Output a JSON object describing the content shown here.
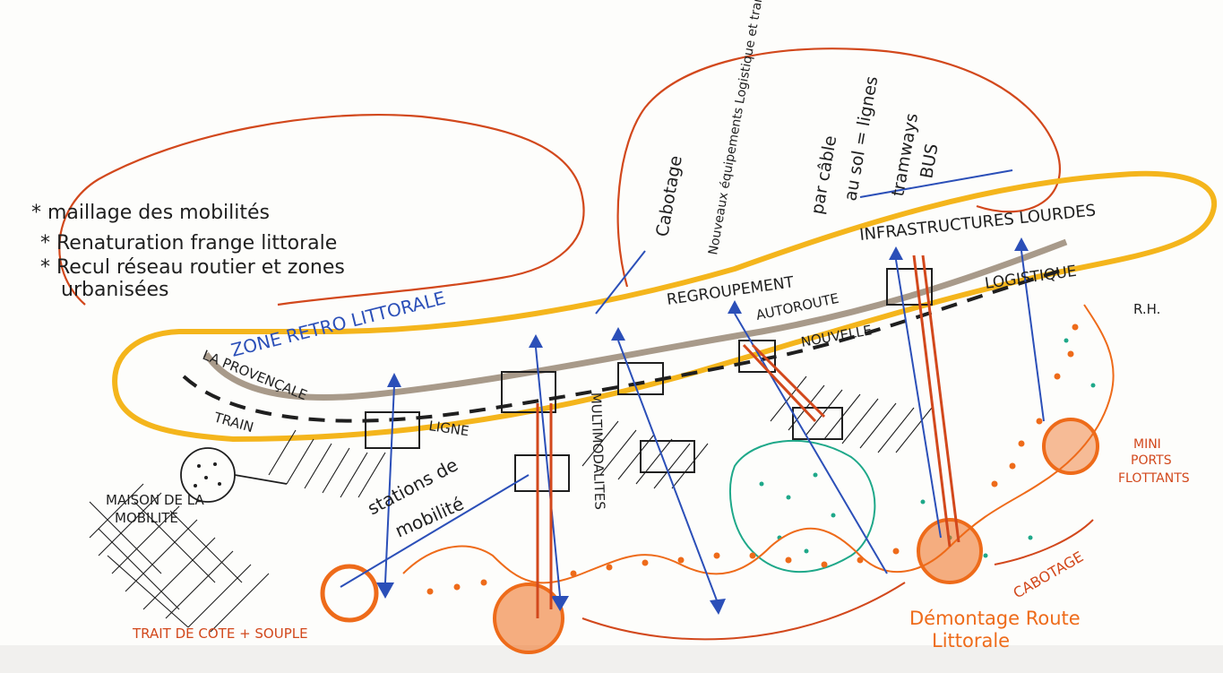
{
  "notes_left": [
    "* maillage des mobilités",
    "* Renaturation frange littorale",
    "* Recul réseau routier et zones",
    "urbanisées"
  ],
  "notes_right": [
    "Cabotage",
    "Nouveaux équipements Logistique et transport",
    "par câble",
    "au sol = lignes",
    "tramways",
    "BUS"
  ],
  "labels": {
    "infrastructures": "INFRASTRUCTURES LOURDES",
    "zone_retro": "ZONE RETRO LITTORALE",
    "regroupement": "REGROUPEMENT",
    "autoroute": "AUTOROUTE",
    "logistique": "LOGISTIQUE",
    "rh": "R.H.",
    "nouvelle": "NOUVELLE",
    "la_provencale": "LA PROVENÇALE",
    "train": "TRAIN",
    "ligne": "LIGNE",
    "multimodalites": "MULTIMODALITES",
    "stations": "stations de",
    "mobilite": "mobilité",
    "maison_1": "MAISON DE LA",
    "maison_2": "MOBILITÉ",
    "mini_1": "MINI",
    "mini_2": "PORTS",
    "mini_3": "FLOTTANTS",
    "cabotage_bottom": "CABOTAGE",
    "trait_de_cote": "TRAIT DE COTE + SOUPLE",
    "demontage_1": "Démontage Route",
    "demontage_2": "Littorale"
  },
  "colors": {
    "blue": "#2b4fb8",
    "orange": "#ee6b1a",
    "red": "#d2481c",
    "yellow": "#f4b51c",
    "taupe": "#a89a8a",
    "green": "#1ea889",
    "black": "#1f1f1f"
  }
}
